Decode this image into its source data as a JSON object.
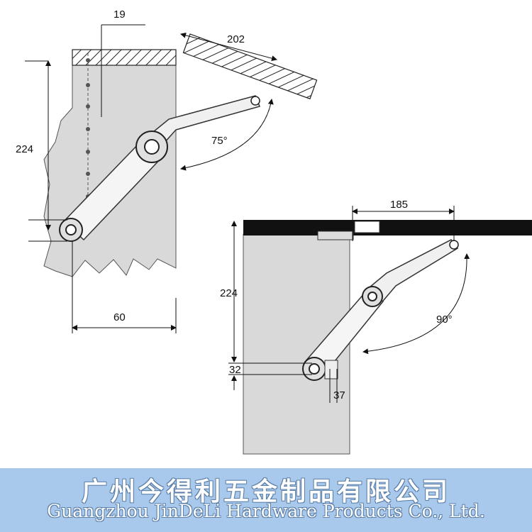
{
  "left_diagram": {
    "dimensions": {
      "top_offset": "19",
      "lid_width": "202",
      "height": "224",
      "depth": "60",
      "angle": "75°"
    }
  },
  "right_diagram": {
    "dimensions": {
      "width": "185",
      "height": "224",
      "bottom_offset": "32",
      "side_offset": "37",
      "angle": "90°"
    }
  },
  "banner": {
    "company_cn": "广州今得利五金制品有限公司",
    "company_en": "Guangzhou JinDeLi Hardware Products Co., Ltd.",
    "background": "#a9c9ec"
  }
}
